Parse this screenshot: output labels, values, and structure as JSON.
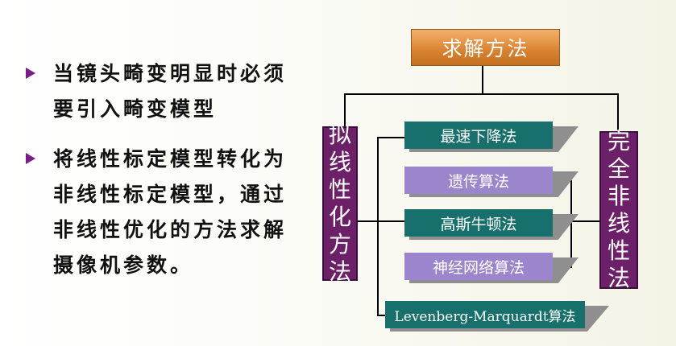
{
  "bullets": [
    "当镜头畸变明显时必须要引入畸变模型",
    "将线性标定模型转化为非线性标定模型，通过非线性优化的方法求解摄像机参数。"
  ],
  "diagram": {
    "root": "求解方法",
    "left_branch": "拟线性化方法",
    "right_branch": "完全非线性法",
    "methods": [
      "最速下降法",
      "遗传算法",
      "高斯牛顿法",
      "神经网络算法",
      "Levenberg-Marquardt算法"
    ],
    "colors": {
      "root": "#d8822f",
      "branch": "#6b2068",
      "teal": "#17706b",
      "violet": "#9b85cc"
    }
  }
}
